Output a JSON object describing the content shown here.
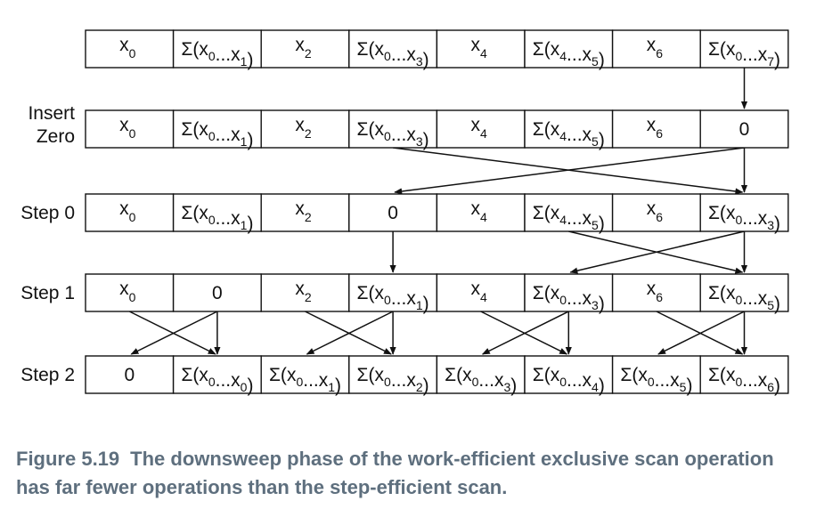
{
  "rows": [
    {
      "label": [],
      "cells": [
        {
          "t": "x",
          "s": "0"
        },
        {
          "t": "Σ(x0...x1)"
        },
        {
          "t": "x",
          "s": "2"
        },
        {
          "t": "Σ(x0...x3)"
        },
        {
          "t": "x",
          "s": "4"
        },
        {
          "t": "Σ(x4...x5)"
        },
        {
          "t": "x",
          "s": "6"
        },
        {
          "t": "Σ(x0...x7)"
        }
      ]
    },
    {
      "label": [
        "Insert",
        "Zero"
      ],
      "cells": [
        {
          "t": "x",
          "s": "0"
        },
        {
          "t": "Σ(x0...x1)"
        },
        {
          "t": "x",
          "s": "2"
        },
        {
          "t": "Σ(x0...x3)"
        },
        {
          "t": "x",
          "s": "4"
        },
        {
          "t": "Σ(x4...x5)"
        },
        {
          "t": "x",
          "s": "6"
        },
        {
          "t": "0"
        }
      ]
    },
    {
      "label": [
        "Step 0"
      ],
      "cells": [
        {
          "t": "x",
          "s": "0"
        },
        {
          "t": "Σ(x0...x1)"
        },
        {
          "t": "x",
          "s": "2"
        },
        {
          "t": "0"
        },
        {
          "t": "x",
          "s": "4"
        },
        {
          "t": "Σ(x4...x5)"
        },
        {
          "t": "x",
          "s": "6"
        },
        {
          "t": "Σ(x0...x3)"
        }
      ]
    },
    {
      "label": [
        "Step 1"
      ],
      "cells": [
        {
          "t": "x",
          "s": "0"
        },
        {
          "t": "0"
        },
        {
          "t": "x",
          "s": "2"
        },
        {
          "t": "Σ(x0...x1)"
        },
        {
          "t": "x",
          "s": "4"
        },
        {
          "t": "Σ(x0...x3)"
        },
        {
          "t": "x",
          "s": "6"
        },
        {
          "t": "Σ(x0...x5)"
        }
      ]
    },
    {
      "label": [
        "Step 2"
      ],
      "cells": [
        {
          "t": "0"
        },
        {
          "t": "Σ(x0...x0)"
        },
        {
          "t": "Σ(x0...x1)"
        },
        {
          "t": "Σ(x0...x2)"
        },
        {
          "t": "Σ(x0...x3)"
        },
        {
          "t": "Σ(x0...x4)"
        },
        {
          "t": "Σ(x0...x5)"
        },
        {
          "t": "Σ(x0...x6)"
        }
      ]
    }
  ],
  "arrows": [
    {
      "from": [
        0,
        7
      ],
      "to": [
        1,
        7
      ]
    },
    {
      "from": [
        1,
        7
      ],
      "to": [
        2,
        7
      ]
    },
    {
      "from": [
        1,
        3
      ],
      "to": [
        2,
        7
      ]
    },
    {
      "from": [
        1,
        7
      ],
      "to": [
        2,
        3
      ]
    },
    {
      "from": [
        2,
        3
      ],
      "to": [
        3,
        3
      ]
    },
    {
      "from": [
        2,
        7
      ],
      "to": [
        3,
        7
      ]
    },
    {
      "from": [
        2,
        5
      ],
      "to": [
        3,
        7
      ]
    },
    {
      "from": [
        2,
        7
      ],
      "to": [
        3,
        5
      ]
    },
    {
      "from": [
        3,
        1
      ],
      "to": [
        4,
        1
      ]
    },
    {
      "from": [
        3,
        0
      ],
      "to": [
        4,
        1
      ]
    },
    {
      "from": [
        3,
        1
      ],
      "to": [
        4,
        0
      ]
    },
    {
      "from": [
        3,
        3
      ],
      "to": [
        4,
        3
      ]
    },
    {
      "from": [
        3,
        2
      ],
      "to": [
        4,
        3
      ]
    },
    {
      "from": [
        3,
        3
      ],
      "to": [
        4,
        2
      ]
    },
    {
      "from": [
        3,
        5
      ],
      "to": [
        4,
        5
      ]
    },
    {
      "from": [
        3,
        4
      ],
      "to": [
        4,
        5
      ]
    },
    {
      "from": [
        3,
        5
      ],
      "to": [
        4,
        4
      ]
    },
    {
      "from": [
        3,
        7
      ],
      "to": [
        4,
        7
      ]
    },
    {
      "from": [
        3,
        6
      ],
      "to": [
        4,
        7
      ]
    },
    {
      "from": [
        3,
        7
      ],
      "to": [
        4,
        6
      ]
    }
  ],
  "caption": {
    "number": "Figure 5.19",
    "text": "The downsweep phase of the work-efficient exclusive scan operation has far fewer operations than the step-efficient scan."
  }
}
